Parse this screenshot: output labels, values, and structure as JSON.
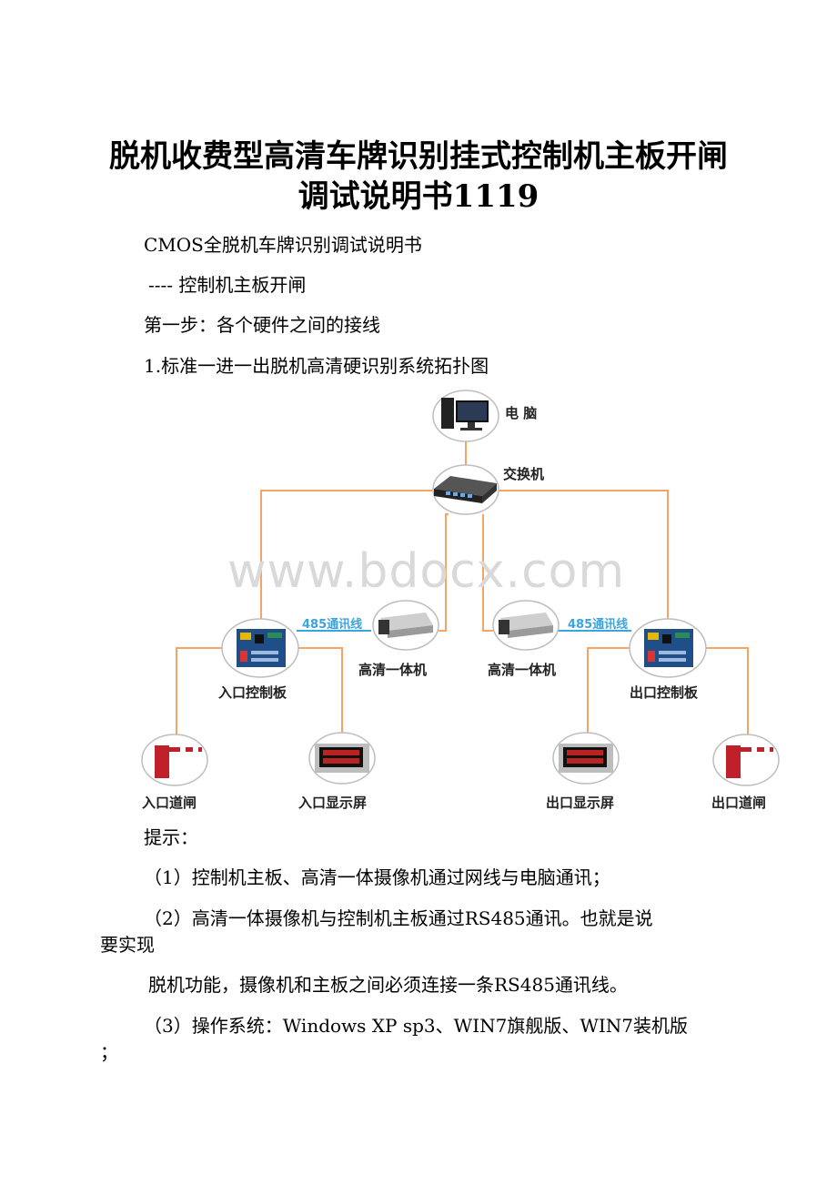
{
  "title": {
    "line1": "脱机收费型高清车牌识别挂式控制机主板开闸",
    "line2": "调试说明书1119"
  },
  "paragraphs": {
    "p1": "CMOS全脱机车牌识别调试说明书",
    "p2": "---- 控制机主板开闸",
    "p3": "第一步：各个硬件之间的接线",
    "p4": "1.标准一进一出脱机高清硬识别系统拓扑图"
  },
  "diagram": {
    "labels": {
      "computer": "电  脑",
      "switch": "交换机",
      "cable_left": "485通讯线",
      "cable_right": "485通讯线",
      "camera_left": "高清一体机",
      "camera_right": "高清一体机",
      "entry_board": "入口控制板",
      "exit_board": "出口控制板",
      "entry_gate": "入口道闸",
      "entry_display": "入口显示屏",
      "exit_display": "出口显示屏",
      "exit_gate": "出口道闸"
    },
    "colors": {
      "line": "#f5a463",
      "cable": "#3ba3e0"
    }
  },
  "watermark": "www.bdocx.com",
  "tips": {
    "heading": "提示：",
    "tip1": "（1）控制机主板、高清一体摄像机通过网线与电脑通讯；",
    "tip2_line1": "（2）高清一体摄像机与控制机主板通过RS485通讯。也就是说",
    "tip2_line2": "要实现",
    "tip2_line3": "脱机功能，摄像机和主板之间必须连接一条RS485通讯线。",
    "tip3_line1": "（3）操作系统：Windows XP sp3、WIN7旗舰版、WIN7装机版",
    "tip3_line2": "；"
  }
}
